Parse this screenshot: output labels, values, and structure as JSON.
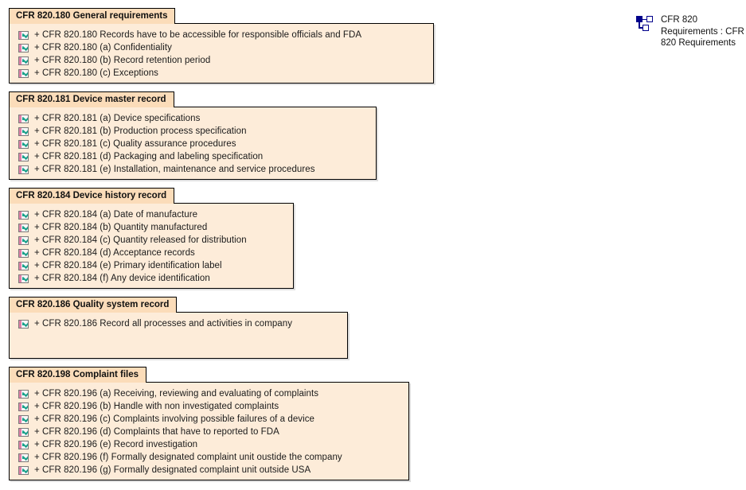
{
  "diagram": {
    "icon": "package-hierarchy-icon",
    "label": "CFR 820\nRequirements : CFR\n820 Requirements",
    "colors": {
      "tab_background": "#fbdcb9",
      "body_background": "#fdecd9",
      "border": "#000000",
      "icon_bar": "#e080a8",
      "icon_check": "#19a08a",
      "label_icon": "#00008b"
    }
  },
  "packages": [
    {
      "title": "CFR 820.180 General requirements",
      "items": [
        "+ CFR 820.180 Records have to be accessible for responsible officials and FDA",
        "+ CFR 820.180 (a) Confidentiality",
        "+ CFR 820.180 (b) Record retention period",
        "+ CFR 820.180 (c) Exceptions"
      ]
    },
    {
      "title": "CFR 820.181 Device master record",
      "items": [
        "+ CFR 820.181 (a) Device specifications",
        "+ CFR 820.181 (b) Production process specification",
        "+ CFR 820.181 (c) Quality assurance procedures",
        "+ CFR 820.181 (d) Packaging and labeling specification",
        "+ CFR 820.181 (e) Installation, maintenance and service procedures"
      ]
    },
    {
      "title": "CFR 820.184 Device history record",
      "items": [
        "+ CFR 820.184 (a) Date of manufacture",
        "+ CFR 820.184 (b) Quantity manufactured",
        "+ CFR 820.184 (c) Quantity released for distribution",
        "+ CFR 820.184 (d) Acceptance records",
        "+ CFR 820.184 (e) Primary identification label",
        "+ CFR 820.184 (f) Any device identification"
      ]
    },
    {
      "title": "CFR 820.186 Quality system record",
      "items": [
        "+ CFR 820.186 Record all processes and activities in company"
      ]
    },
    {
      "title": "CFR 820.198 Complaint files",
      "items": [
        "+ CFR 820.196 (a) Receiving, reviewing and evaluating of complaints",
        "+ CFR 820.196 (b) Handle with non investigated complaints",
        "+ CFR 820.196 (c) Complaints involving possible failures of a device",
        "+ CFR 820.196 (d) Complaints that have to reported to FDA",
        "+ CFR 820.196 (e) Record investigation",
        "+ CFR 820.196 (f) Formally designated complaint unit oustide the company",
        "+ CFR 820.196 (g) Formally designated complaint unit outside USA"
      ]
    }
  ]
}
